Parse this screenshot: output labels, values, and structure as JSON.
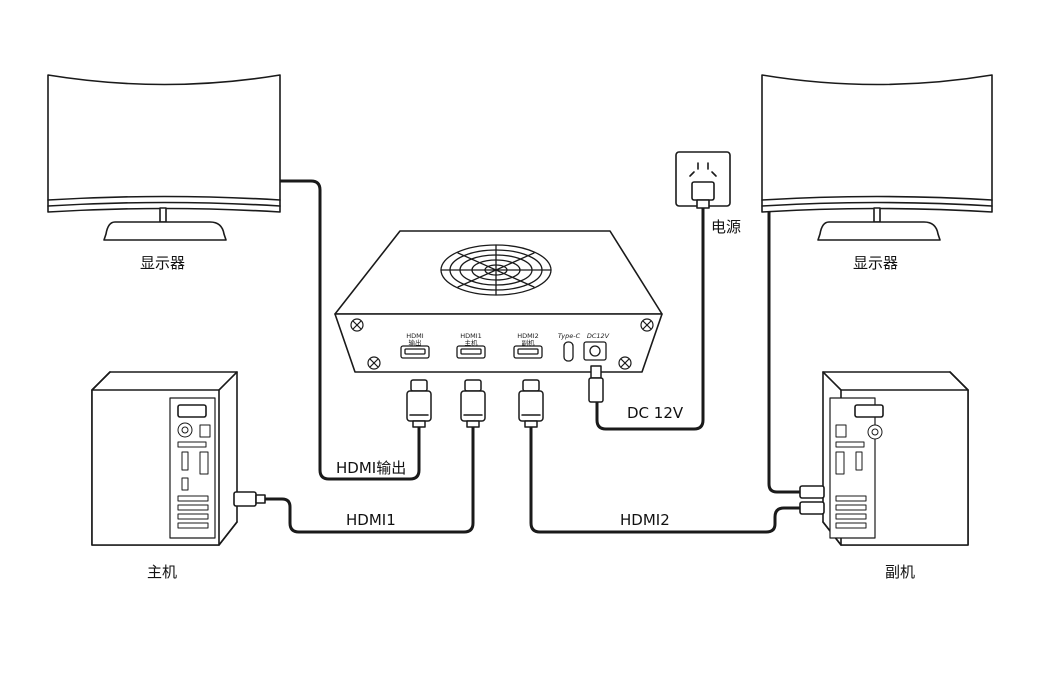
{
  "labels": {
    "monitor_left": "显示器",
    "monitor_right": "显示器",
    "host_main": "主机",
    "host_sub": "副机",
    "power": "电源",
    "dc": "DC 12V",
    "hdmi_out": "HDMI输出",
    "hdmi1": "HDMI1",
    "hdmi2": "HDMI2"
  },
  "ports": {
    "out_top": "HDMI",
    "out_bottom": "输出",
    "in1_top": "HDMI1",
    "in1_bottom": "主机",
    "in2_top": "HDMI2",
    "in2_bottom": "副机",
    "typec": "Type-C",
    "dc12": "DC12V"
  },
  "colors": {
    "stroke": "#1a1a1a",
    "screen": "#ffffff",
    "background": "#ffffff"
  }
}
